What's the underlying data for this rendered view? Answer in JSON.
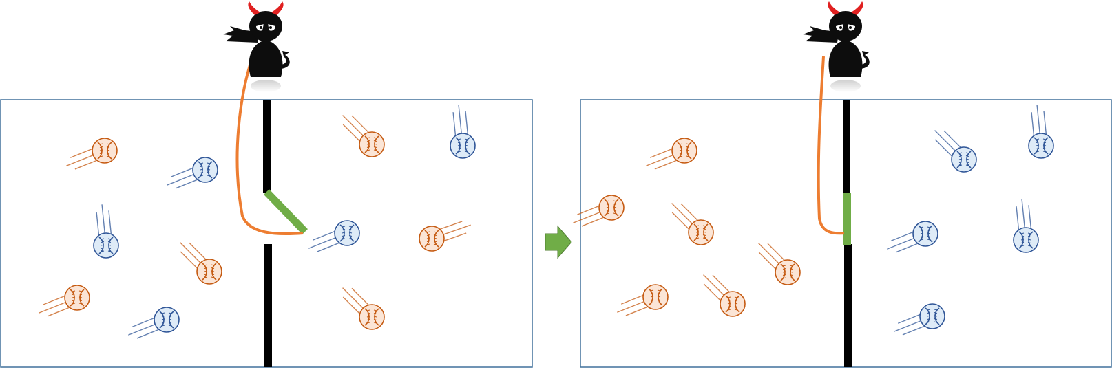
{
  "colors": {
    "box_border": "#41719C",
    "wall": "#000000",
    "door": "#70AD47",
    "rope": "#ED7D31",
    "arrow": "#70AD47",
    "fast_ball": "#C55A11",
    "fast_ball_fill": "#FBE5D6",
    "slow_ball": "#2F5597",
    "slow_ball_fill": "#DEEBF7",
    "demon_body": "#0D0D0D",
    "demon_horns": "#E02020"
  },
  "icons": {
    "demon": "maxwell-demon-icon",
    "arrow": "right-arrow-icon",
    "ball": "baseball-icon"
  },
  "panels": [
    {
      "id": "before",
      "door_state": "open",
      "balls": [
        {
          "kind": "fast",
          "dir": "right"
        },
        {
          "kind": "slow",
          "dir": "right"
        },
        {
          "kind": "slow",
          "dir": "down"
        },
        {
          "kind": "fast",
          "dir": "down-right"
        },
        {
          "kind": "fast",
          "dir": "right"
        },
        {
          "kind": "slow",
          "dir": "right"
        },
        {
          "kind": "fast",
          "dir": "down-right"
        },
        {
          "kind": "slow",
          "dir": "down"
        },
        {
          "kind": "slow",
          "dir": "right"
        },
        {
          "kind": "fast",
          "dir": "left"
        },
        {
          "kind": "fast",
          "dir": "down-right"
        }
      ]
    },
    {
      "id": "after",
      "door_state": "closed",
      "balls": [
        {
          "kind": "fast",
          "dir": "right"
        },
        {
          "kind": "fast",
          "dir": "right"
        },
        {
          "kind": "fast",
          "dir": "down-right"
        },
        {
          "kind": "fast",
          "dir": "down-right"
        },
        {
          "kind": "fast",
          "dir": "right"
        },
        {
          "kind": "fast",
          "dir": "down-right"
        },
        {
          "kind": "slow",
          "dir": "down-right"
        },
        {
          "kind": "slow",
          "dir": "down"
        },
        {
          "kind": "slow",
          "dir": "right"
        },
        {
          "kind": "slow",
          "dir": "down"
        },
        {
          "kind": "slow",
          "dir": "right"
        }
      ]
    }
  ]
}
